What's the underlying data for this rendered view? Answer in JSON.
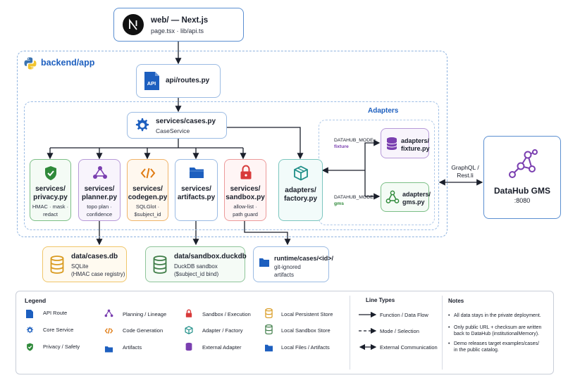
{
  "web": {
    "title": "web/ — Next.js",
    "sub": "page.tsx · lib/api.ts"
  },
  "backend": {
    "label": "backend/app"
  },
  "routes": {
    "title": "api/routes.py",
    "icon_text": "API"
  },
  "adapters_group": {
    "label": "Adapters"
  },
  "cases_service": {
    "title": "services/cases.py",
    "sub": "CaseService"
  },
  "services": [
    {
      "title1": "services/",
      "title2": "privacy.py",
      "sub1": "HMAC · mask ·",
      "sub2": "redact",
      "icon": "shield-check-icon"
    },
    {
      "title1": "services/",
      "title2": "planner.py",
      "sub1": "topo plan ·",
      "sub2": "confidence",
      "icon": "graph-nodes-icon"
    },
    {
      "title1": "services/",
      "title2": "codegen.py",
      "sub1": "SQLGlot ·",
      "sub2": "$subject_id",
      "icon": "code-brackets-icon"
    },
    {
      "title1": "services/",
      "title2": "artifacts.py",
      "sub1": "",
      "sub2": "",
      "icon": "folder-icon"
    },
    {
      "title1": "services/",
      "title2": "sandbox.py",
      "sub1": "allow-list ·",
      "sub2": "path guard",
      "icon": "lock-icon"
    }
  ],
  "factory": {
    "title": "adapters/",
    "title2": "factory.py"
  },
  "fixture": {
    "title": "adapters/",
    "title2": "fixture.py",
    "mode_label": "DATAHUB_MODE=",
    "mode_value": "fixture"
  },
  "gms_adapter": {
    "title": "adapters/",
    "title2": "gms.py",
    "mode_label": "DATAHUB_MODE=",
    "mode_value": "gms"
  },
  "graphql_label": {
    "line1": "GraphQL /",
    "line2": "Rest.li"
  },
  "datahub": {
    "title": "DataHub GMS",
    "sub": ":8080"
  },
  "stores": [
    {
      "title": "data/cases.db",
      "sub1": "SQLite",
      "sub2": "(HMAC case registry)"
    },
    {
      "title": "data/sandbox.duckdb",
      "sub1": "DuckDB sandbox",
      "sub2": "($subject_id bind)"
    },
    {
      "title": "runtime/cases/<id>/",
      "sub1": "git-ignored",
      "sub2": "artifacts"
    }
  ],
  "legend": {
    "title": "Legend",
    "col1": [
      "API Route",
      "Core Service",
      "Privacy / Safety"
    ],
    "col2": [
      "Planning / Lineage",
      "Code Generation",
      "Artifacts"
    ],
    "col3": [
      "Sandbox / Execution",
      "Adapter / Factory",
      "External Adapter"
    ],
    "col4": [
      "Local Persistent Store",
      "Local Sandbox Store",
      "Local Files / Artifacts"
    ]
  },
  "line_types": {
    "title": "Line Types",
    "items": [
      "Function / Data Flow",
      "Mode / Selection",
      "External Communication"
    ]
  },
  "notes": {
    "title": "Notes",
    "items": [
      {
        "l1": "All data stays in the private deployment.",
        "l2": ""
      },
      {
        "l1": "Only public URL + checksum are written",
        "l2": "back to DataHub (institutionalMemory)."
      },
      {
        "l1": "Demo releases target examples/cases/",
        "l2": "in the public catalog."
      }
    ]
  },
  "colors": {
    "blue": "#1d5fbf",
    "green": "#2f8a3a",
    "purple": "#7a3fb0",
    "orange": "#e07b12",
    "red": "#d83a3a",
    "teal": "#1f8f88",
    "amber": "#d99a1f"
  }
}
